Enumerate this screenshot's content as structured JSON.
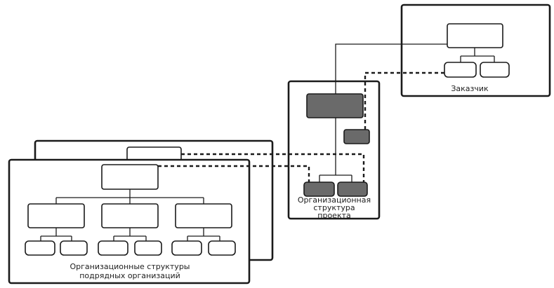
{
  "customer_label": "Заказчик",
  "project_label": [
    "Организационная",
    "структура",
    "проекта"
  ],
  "contractors_label": [
    "Организационные структуры",
    "подрядных организаций"
  ]
}
